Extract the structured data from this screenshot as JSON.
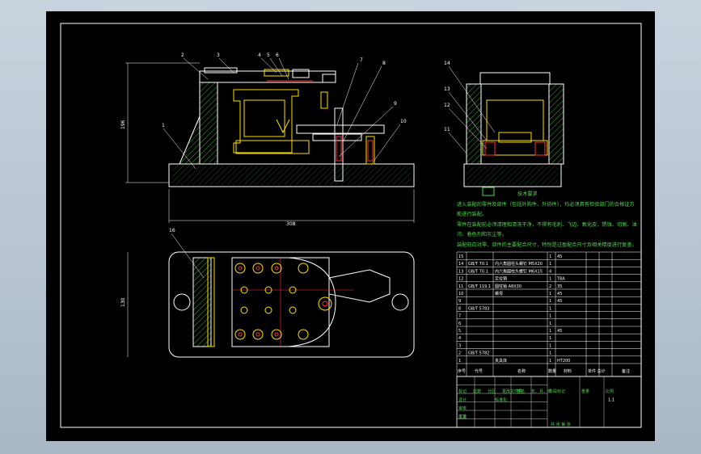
{
  "balloons_front": [
    "2",
    "3",
    "4",
    "5",
    "6",
    "7",
    "8",
    "9",
    "10",
    "1"
  ],
  "balloons_side": [
    "14",
    "13",
    "12",
    "11"
  ],
  "balloon_top": "16",
  "notes": {
    "title": "技术要求",
    "line1": "进入装配的零件及部件（包括外购件、外协件），均必须具有检验部门的合格证方",
    "line1b": "能进行装配。",
    "line2": "零件在装配前必须清理和清洗干净，不得有毛刺、飞边、氧化皮、锈蚀、切屑、油",
    "line2b": "污、着色剂和灰尘等。",
    "line3": "装配前应对零、部件的主要配合尺寸，特别是过盈配合尺寸及相关精度进行复查。"
  },
  "bom_rows": [
    {
      "no": "15",
      "code": "",
      "name": "",
      "qty": "1",
      "mat": "45",
      "note": ""
    },
    {
      "no": "14",
      "code": "GB/T 70.1",
      "name": "内六角圆柱头螺钉 M5X20",
      "qty": "1",
      "mat": "",
      "note": ""
    },
    {
      "no": "13",
      "code": "GB/T 70.1",
      "name": "内六角圆柱头螺钉 M6X15",
      "qty": "4",
      "mat": "",
      "note": ""
    },
    {
      "no": "12",
      "code": "",
      "name": "定位销",
      "qty": "1",
      "mat": "T8A",
      "note": ""
    },
    {
      "no": "11",
      "code": "GB/T 119.1",
      "name": "圆柱销 A8X30",
      "qty": "2",
      "mat": "35",
      "note": ""
    },
    {
      "no": "10",
      "code": "",
      "name": "螺母",
      "qty": "1",
      "mat": "45",
      "note": ""
    },
    {
      "no": "9",
      "code": "",
      "name": "",
      "qty": "1",
      "mat": "45",
      "note": ""
    },
    {
      "no": "8",
      "code": "GB/T 5783",
      "name": "",
      "qty": "1",
      "mat": "",
      "note": ""
    },
    {
      "no": "7",
      "code": "",
      "name": "",
      "qty": "1",
      "mat": "",
      "note": ""
    },
    {
      "no": "6",
      "code": "",
      "name": "",
      "qty": "1",
      "mat": "",
      "note": ""
    },
    {
      "no": "5",
      "code": "",
      "name": "",
      "qty": "1",
      "mat": "45",
      "note": ""
    },
    {
      "no": "4",
      "code": "",
      "name": "",
      "qty": "1",
      "mat": "",
      "note": ""
    },
    {
      "no": "3",
      "code": "",
      "name": "",
      "qty": "1",
      "mat": "",
      "note": ""
    },
    {
      "no": "2",
      "code": "GB/T 5782",
      "name": "",
      "qty": "1",
      "mat": "",
      "note": ""
    },
    {
      "no": "1",
      "code": "",
      "name": "夹具体",
      "qty": "1",
      "mat": "HT200",
      "note": ""
    }
  ],
  "bom_header": {
    "no": "序号",
    "code": "代号",
    "name": "名称",
    "qty": "数量",
    "mat": "材料",
    "weight": "单件 总计",
    "weight2": "重量",
    "note": "备注"
  },
  "title_block": {
    "labels": [
      "标记",
      "处数",
      "分区",
      "更改文件号",
      "签名",
      "年、月、日"
    ],
    "design": "设计",
    "std": "标准化",
    "review": "审核",
    "process": "工艺",
    "approve": "批准",
    "stage": "阶段标记",
    "weight": "重量",
    "scale": "比例",
    "scale_val": "1:1",
    "sheet": "共  张  第  张"
  },
  "dims": {
    "width": "308",
    "height": "196",
    "depth": "130"
  }
}
